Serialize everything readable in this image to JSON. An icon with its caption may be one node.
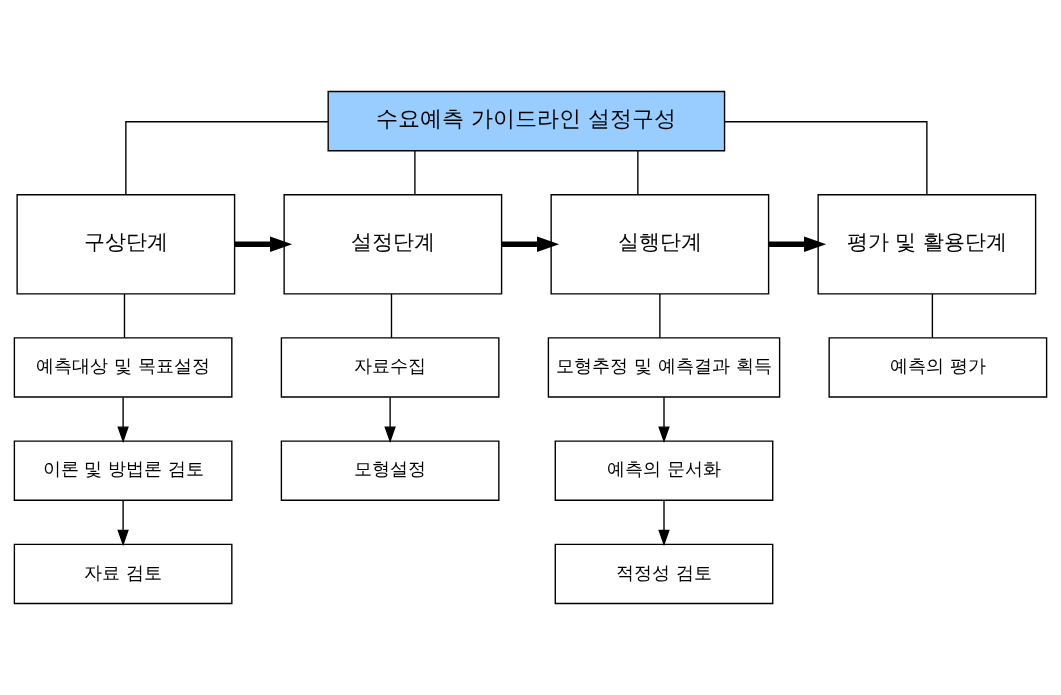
{
  "diagram": {
    "nodes": [
      {
        "text": [
          "수요예측 가이드라인 설정구성"
        ]
      },
      {
        "text": [
          "구상단계"
        ]
      },
      {
        "text": [
          "설정단계"
        ]
      },
      {
        "text": [
          "실행단계"
        ]
      },
      {
        "text": [
          "평가 및 활용단계"
        ]
      },
      {
        "text": [
          "예측대상 및 목표설정"
        ]
      },
      {
        "text": [
          "이론 및 방법론 검토"
        ]
      },
      {
        "text": [
          "자료 검토"
        ]
      },
      {
        "text": [
          "자료수집"
        ]
      },
      {
        "text": [
          "모형설정"
        ]
      },
      {
        "text": [
          "모형추정 및 예측결과 획득"
        ]
      },
      {
        "text": [
          "예측의 문서화"
        ]
      },
      {
        "text": [
          "적정성 검토"
        ]
      },
      {
        "text": [
          "예측의 평가"
        ]
      }
    ],
    "edges": [
      {
        "from": 0,
        "to": 1,
        "arrow": "none"
      },
      {
        "from": 0,
        "to": 2,
        "arrow": "none"
      },
      {
        "from": 0,
        "to": 3,
        "arrow": "none"
      },
      {
        "from": 0,
        "to": 4,
        "arrow": "none"
      },
      {
        "from": 1,
        "to": 2,
        "arrow": "to",
        "style": "thick"
      },
      {
        "from": 2,
        "to": 3,
        "arrow": "to",
        "style": "thick"
      },
      {
        "from": 3,
        "to": 4,
        "arrow": "to",
        "style": "thick"
      },
      {
        "from": 1,
        "to": 5,
        "arrow": "none"
      },
      {
        "from": 5,
        "to": 6,
        "arrow": "to"
      },
      {
        "from": 6,
        "to": 7,
        "arrow": "to"
      },
      {
        "from": 2,
        "to": 8,
        "arrow": "none"
      },
      {
        "from": 8,
        "to": 9,
        "arrow": "to"
      },
      {
        "from": 3,
        "to": 10,
        "arrow": "none"
      },
      {
        "from": 10,
        "to": 11,
        "arrow": "to"
      },
      {
        "from": 11,
        "to": 12,
        "arrow": "to"
      },
      {
        "from": 4,
        "to": 13,
        "arrow": "none"
      }
    ]
  }
}
